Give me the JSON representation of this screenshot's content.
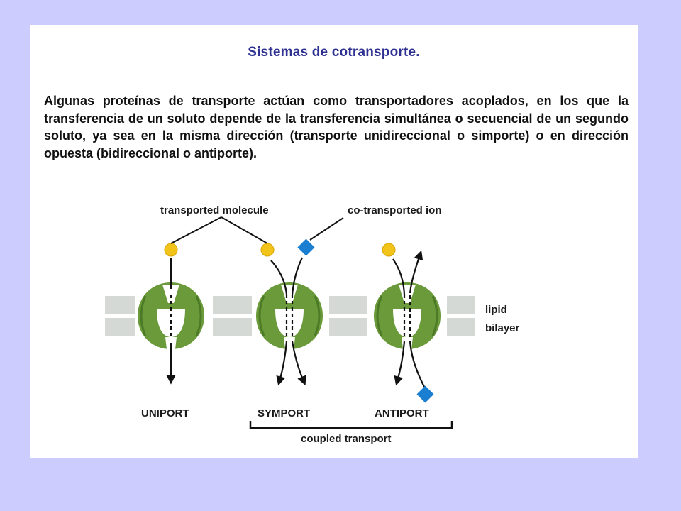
{
  "slide": {
    "title": "Sistemas de cotransporte.",
    "paragraph": "Algunas proteínas de transporte actúan como transportadores acoplados, en los que la transferencia de un soluto depende de la transferencia simultánea o secuencial de un segundo soluto, ya sea en la misma dirección (transporte unidireccional o simporte) o en dirección opuesta (bidireccional o antiporte)."
  },
  "diagram": {
    "labels": {
      "transported_molecule": "transported molecule",
      "co_transported_ion": "co-transported ion",
      "lipid": "lipid",
      "bilayer": "bilayer",
      "uniport": "UNIPORT",
      "symport": "SYMPORT",
      "antiport": "ANTIPORT",
      "coupled_transport": "coupled transport"
    },
    "colors": {
      "protein": "#6a9a3a",
      "protein_dark": "#4d7a26",
      "membrane": "#d4d9d6",
      "molecule": "#f2c318",
      "ion": "#1a7fd0",
      "background": "#ccccff"
    }
  }
}
